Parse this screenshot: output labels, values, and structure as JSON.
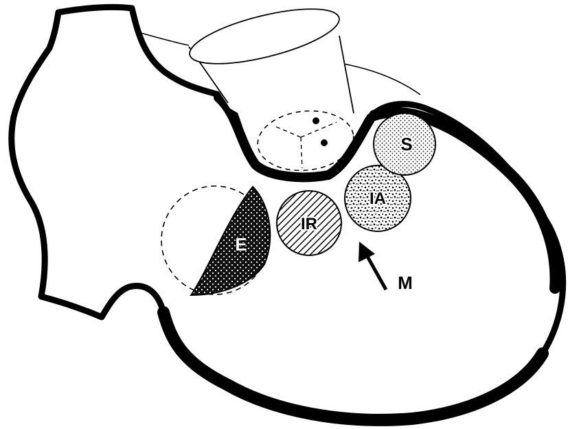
{
  "diagram": {
    "colors": {
      "ink": "#000000",
      "paper": "#ffffff"
    },
    "labels": {
      "e": "E",
      "ir": "IR",
      "ia": "IA",
      "s": "S",
      "m": "M"
    }
  }
}
